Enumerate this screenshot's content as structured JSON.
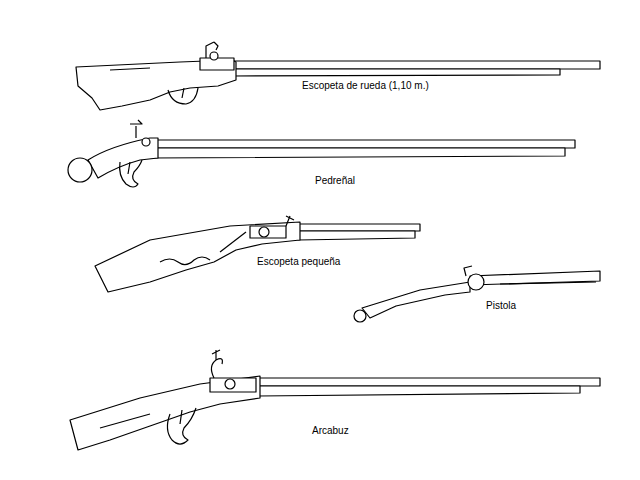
{
  "diagram": {
    "labels": [
      "Escopeta de rueda (1,10 m.)",
      "Pedreñal",
      "Escopeta pequeña",
      "Pistola",
      "Arcabuz"
    ]
  }
}
